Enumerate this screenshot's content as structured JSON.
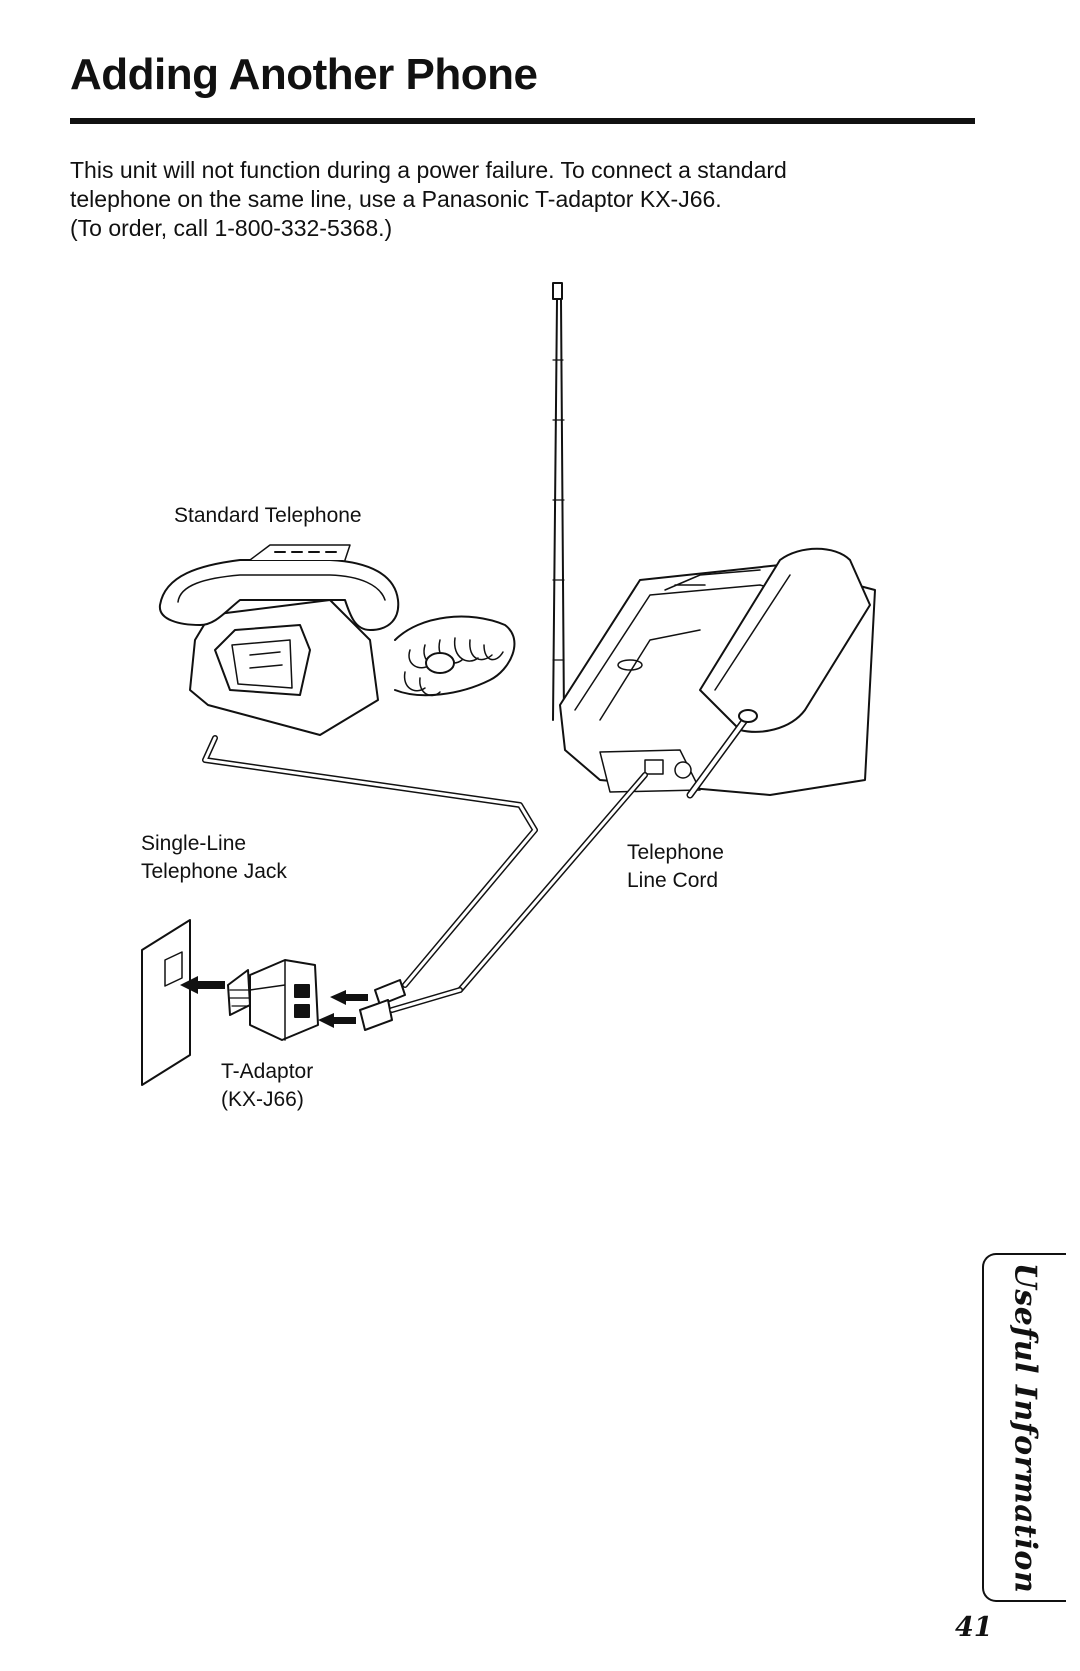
{
  "title": "Adding Another Phone",
  "intro": {
    "line1": "This unit will not function during a power failure. To connect a standard",
    "line2": "telephone on the same line, use a Panasonic T-adaptor KX-J66.",
    "line3": "(To order, call 1-800-332-5368.)"
  },
  "diagram": {
    "standard_telephone": "Standard Telephone",
    "single_line_jack": [
      "Single-Line",
      "Telephone Jack"
    ],
    "telephone_line_cord": [
      "Telephone",
      "Line Cord"
    ],
    "t_adaptor": [
      "T-Adaptor",
      "(KX-J66)"
    ]
  },
  "side_tab": "Useful Information",
  "page_number": "41"
}
